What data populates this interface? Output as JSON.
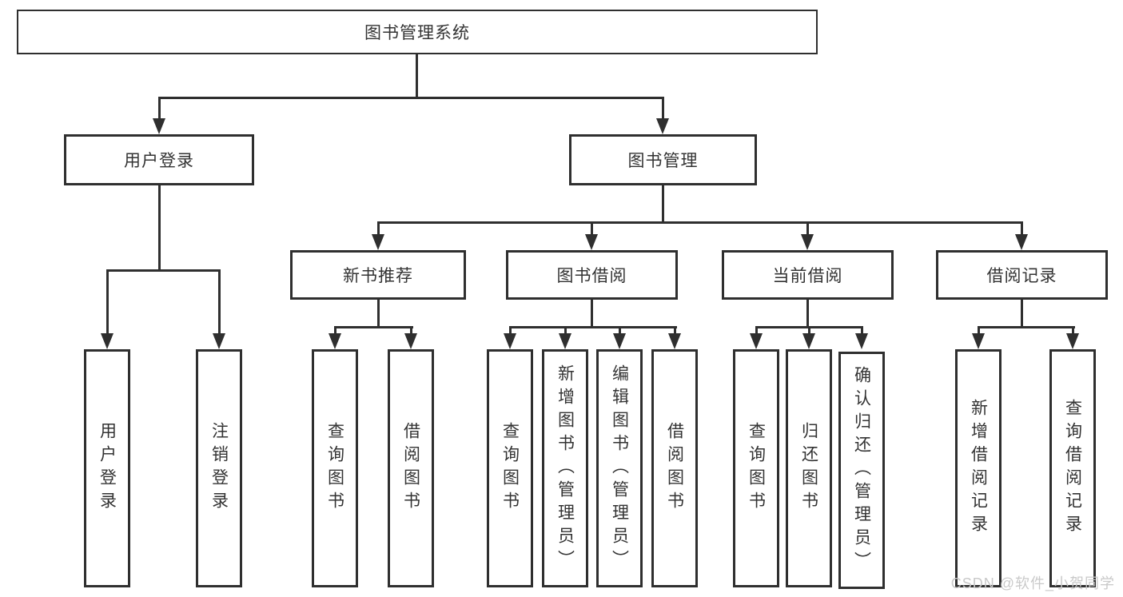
{
  "diagram": {
    "root": {
      "label": "图书管理系统"
    },
    "branches": [
      {
        "label": "用户登录",
        "children": [
          {
            "label": "用户登录"
          },
          {
            "label": "注销登录"
          }
        ]
      },
      {
        "label": "图书管理",
        "children": [
          {
            "label": "新书推荐",
            "children": [
              {
                "label": "查询图书"
              },
              {
                "label": "借阅图书"
              }
            ]
          },
          {
            "label": "图书借阅",
            "children": [
              {
                "label": "查询图书"
              },
              {
                "label": "新增图书（管理员）"
              },
              {
                "label": "编辑图书（管理员）"
              },
              {
                "label": "借阅图书"
              }
            ]
          },
          {
            "label": "当前借阅",
            "children": [
              {
                "label": "查询图书"
              },
              {
                "label": "归还图书"
              },
              {
                "label": "确认归还（管理员）"
              }
            ]
          },
          {
            "label": "借阅记录",
            "children": [
              {
                "label": "新增借阅记录"
              },
              {
                "label": "查询借阅记录"
              }
            ]
          }
        ]
      }
    ]
  },
  "watermark": {
    "text": "CSDN @软件_小贺同学"
  },
  "colors": {
    "line": "#2f2f2f",
    "text": "#333333",
    "background": "#ffffff",
    "watermark": "#c9c9c9"
  }
}
